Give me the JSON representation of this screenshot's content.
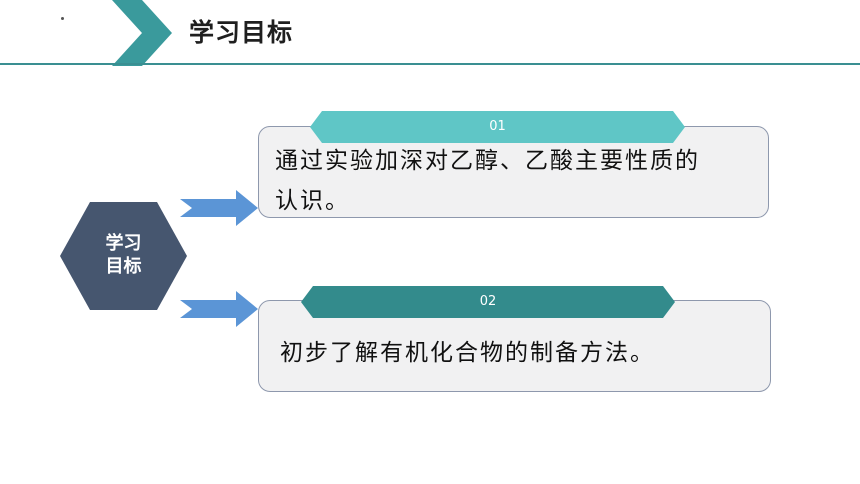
{
  "header": {
    "title": "学习目标",
    "accent_color": "#3a8f92",
    "chevron_color": "#3a9a9c"
  },
  "center_badge": {
    "line1": "学习",
    "line2": "目标",
    "color": "#46566f"
  },
  "goals": [
    {
      "number": "01",
      "text_line1": "通过实验加深对乙醇、乙酸主要性质的",
      "text_line2": "认识。",
      "tab_color": "#5fc6c6"
    },
    {
      "number": "02",
      "text_line1": "初步了解有机化合物的制备方法。",
      "tab_color": "#338b8c"
    }
  ],
  "arrow_color": "#5b95d6"
}
